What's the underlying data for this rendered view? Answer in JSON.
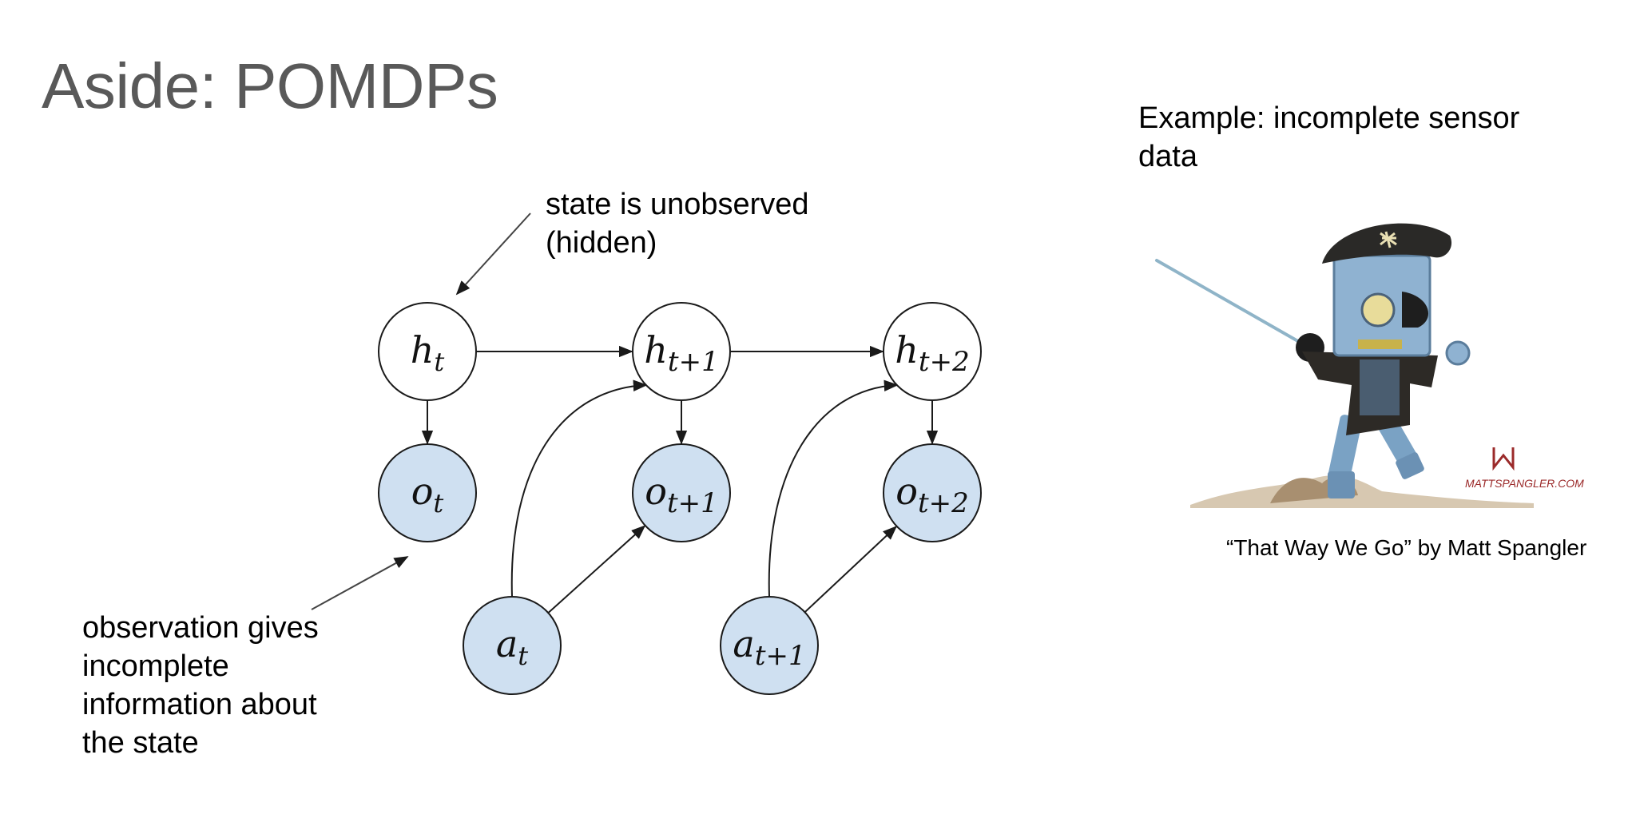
{
  "slide": {
    "title": "Aside: POMDPs",
    "annotation_state": "state is unobserved (hidden)",
    "annotation_observation": "observation gives incomplete information about the state",
    "example_text": "Example: incomplete sensor data",
    "image_caption": "“That Way We Go” by Matt Spangler",
    "artist_signature": "MATTSPANGLER.COM"
  },
  "diagram": {
    "nodes": [
      {
        "id": "h_t",
        "base": "h",
        "sub": "t",
        "kind": "hidden"
      },
      {
        "id": "h_t1",
        "base": "h",
        "sub": "t+1",
        "kind": "hidden"
      },
      {
        "id": "h_t2",
        "base": "h",
        "sub": "t+2",
        "kind": "hidden"
      },
      {
        "id": "o_t",
        "base": "o",
        "sub": "t",
        "kind": "observed"
      },
      {
        "id": "o_t1",
        "base": "o",
        "sub": "t+1",
        "kind": "observed"
      },
      {
        "id": "o_t2",
        "base": "o",
        "sub": "t+2",
        "kind": "observed"
      },
      {
        "id": "a_t",
        "base": "a",
        "sub": "t",
        "kind": "observed"
      },
      {
        "id": "a_t1",
        "base": "a",
        "sub": "t+1",
        "kind": "observed"
      }
    ],
    "edges": [
      [
        "h_t",
        "h_t1"
      ],
      [
        "h_t1",
        "h_t2"
      ],
      [
        "h_t",
        "o_t"
      ],
      [
        "h_t1",
        "o_t1"
      ],
      [
        "h_t2",
        "o_t2"
      ],
      [
        "a_t",
        "h_t1"
      ],
      [
        "a_t",
        "o_t1"
      ],
      [
        "a_t1",
        "h_t2"
      ],
      [
        "a_t1",
        "o_t2"
      ]
    ],
    "colors": {
      "observed_fill": "#cfe0f1",
      "hidden_fill": "#ffffff",
      "stroke": "#1a1a1a"
    }
  }
}
